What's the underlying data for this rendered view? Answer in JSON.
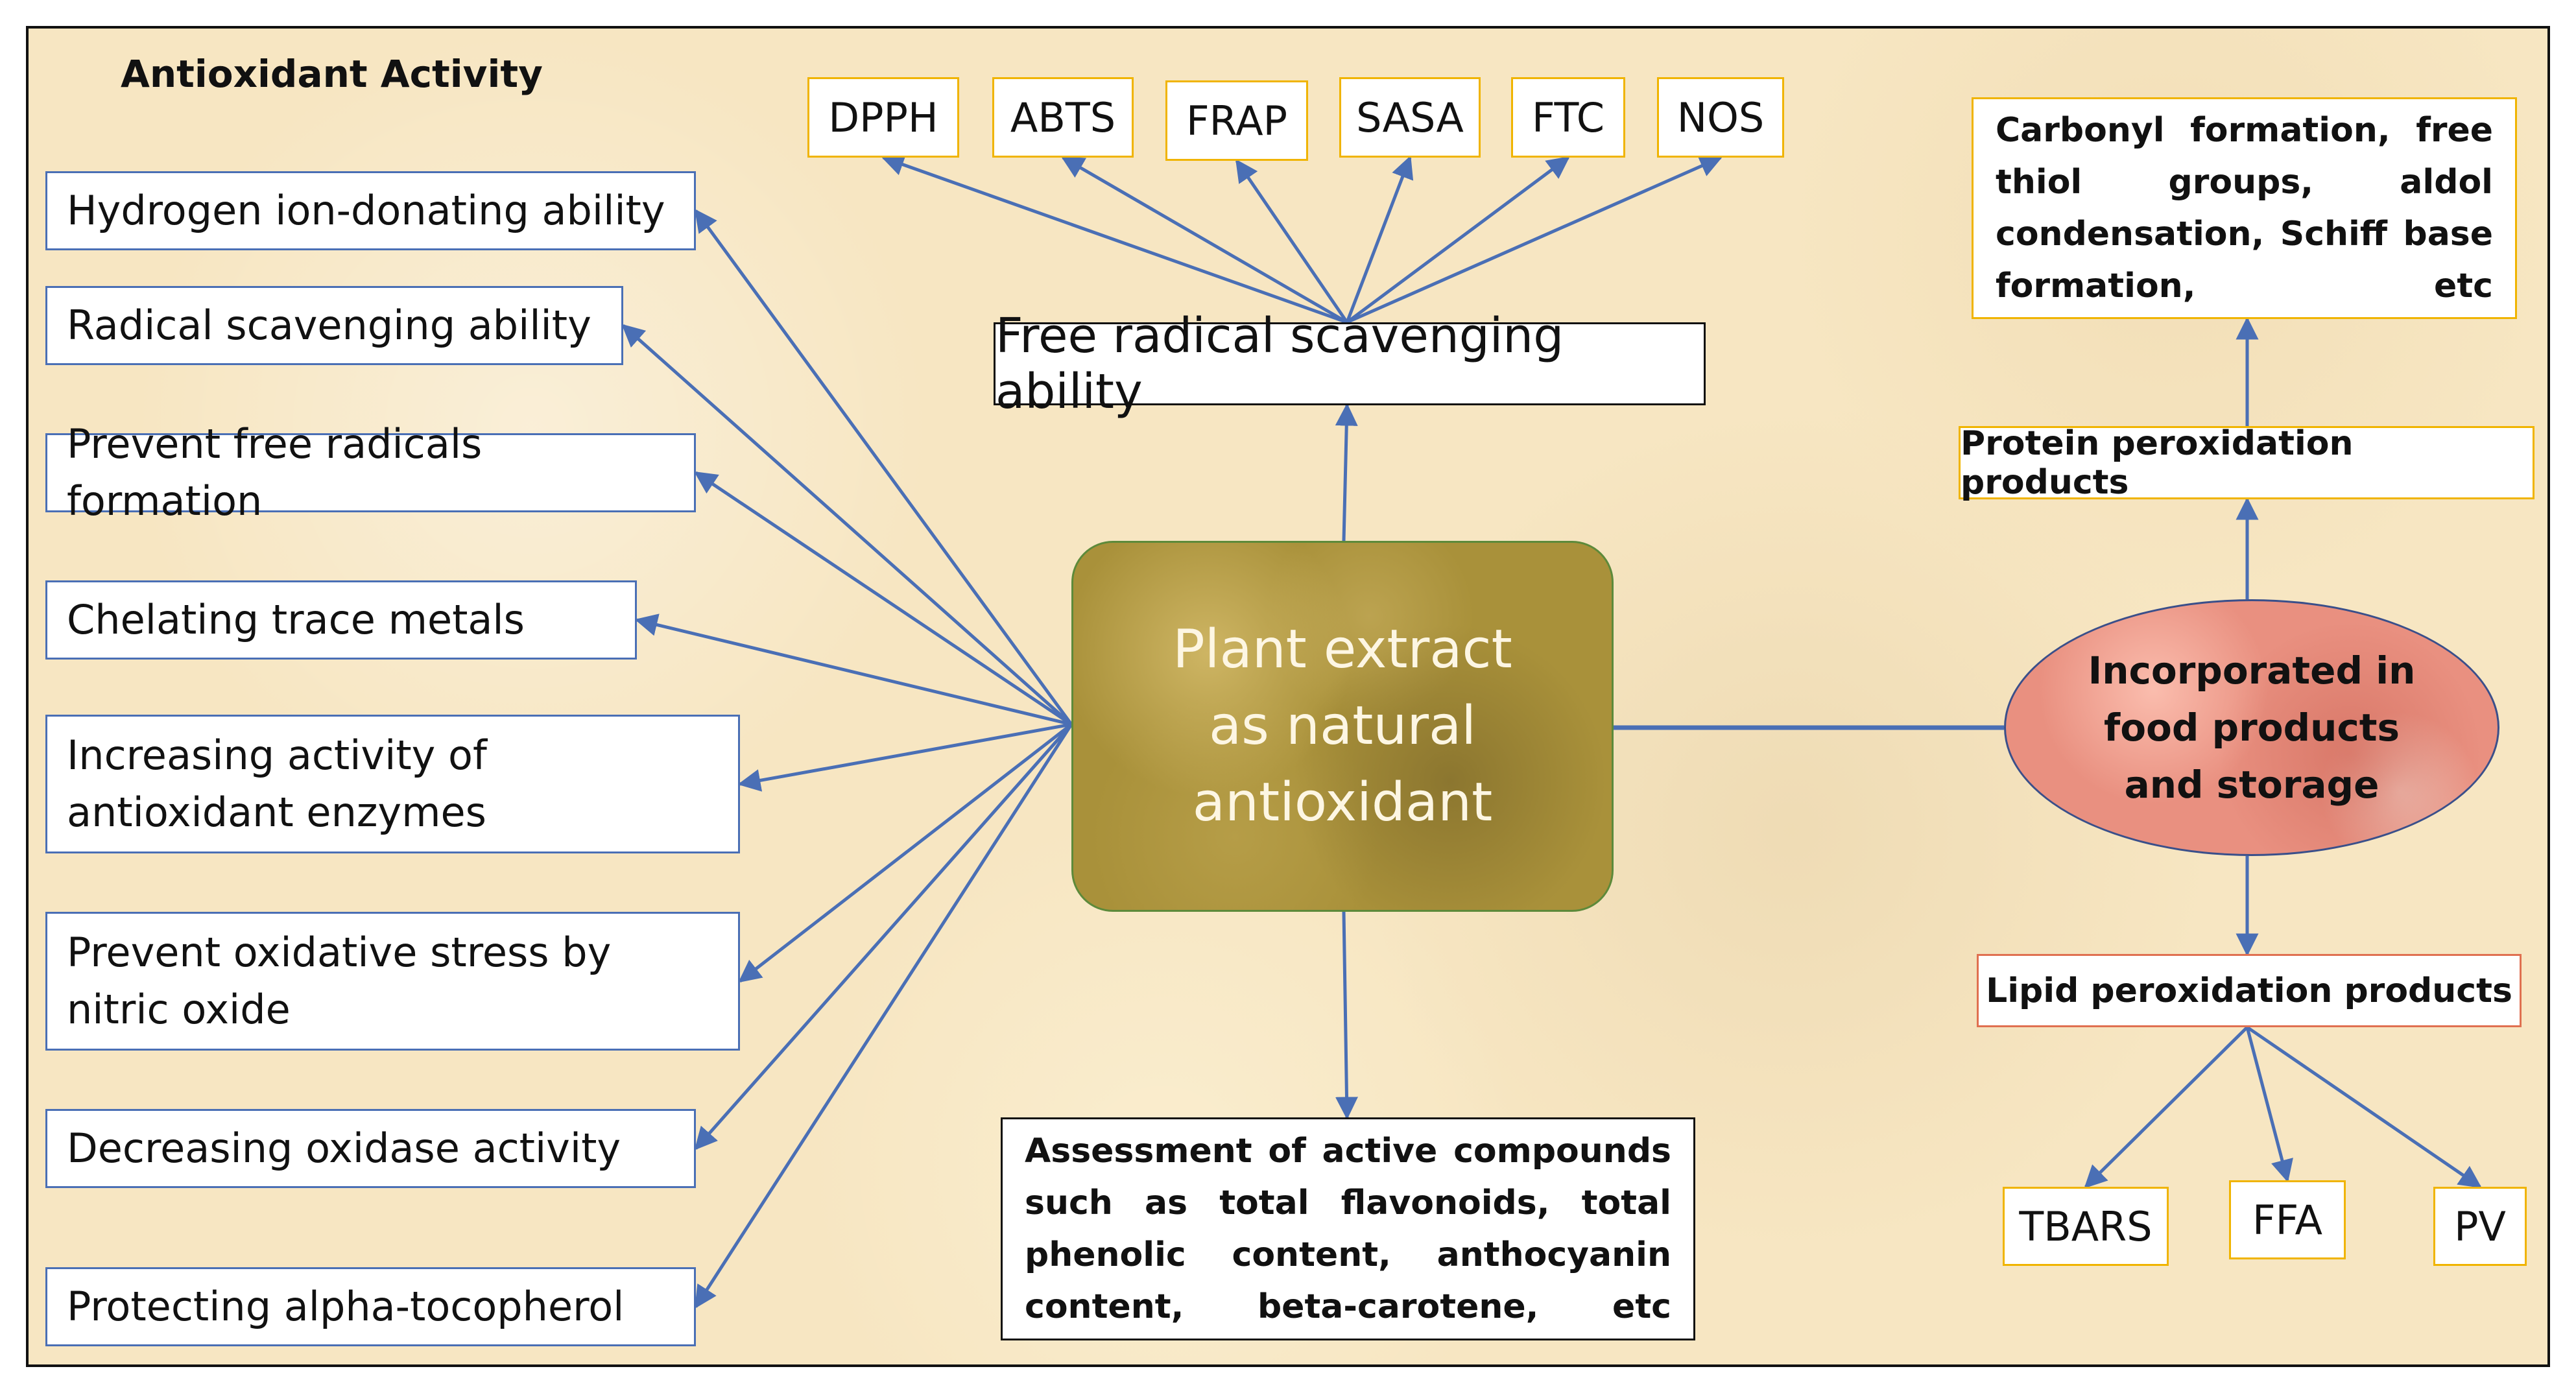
{
  "title": "Antioxidant Activity",
  "activities": [
    {
      "label": "Hydrogen ion-donating ability"
    },
    {
      "label": "Radical scavenging ability"
    },
    {
      "label": "Prevent free radicals formation"
    },
    {
      "label": "Chelating trace metals"
    },
    {
      "label": "Increasing activity of antioxidant enzymes"
    },
    {
      "label": "Prevent oxidative stress by nitric oxide"
    },
    {
      "label": "Decreasing oxidase activity"
    },
    {
      "label": "Protecting alpha-tocopherol"
    }
  ],
  "assays": [
    "DPPH",
    "ABTS",
    "FRAP",
    "SASA",
    "FTC",
    "NOS"
  ],
  "free_radical_box": "Free radical scavenging ability",
  "center": "Plant extract as natural antioxidant",
  "assessment": "Assessment of active compounds such as total flavonoids, total phenolic content, anthocyanin content, beta-carotene, etc",
  "food": "Incorporated in food products and storage",
  "protein": "Protein peroxidation products",
  "carbonyl": "Carbonyl formation, free thiol groups, aldol condensation, Schiff base formation, etc",
  "lipid": "Lipid peroxidation products",
  "lipid_products": [
    "TBARS",
    "FFA",
    "PV"
  ],
  "colors": {
    "arrow": "#4a6fb5",
    "left_border": "#4a6fb5",
    "gold_border": "#f0b400",
    "lipid_border": "#e07050",
    "background": "#f7e6c2"
  }
}
